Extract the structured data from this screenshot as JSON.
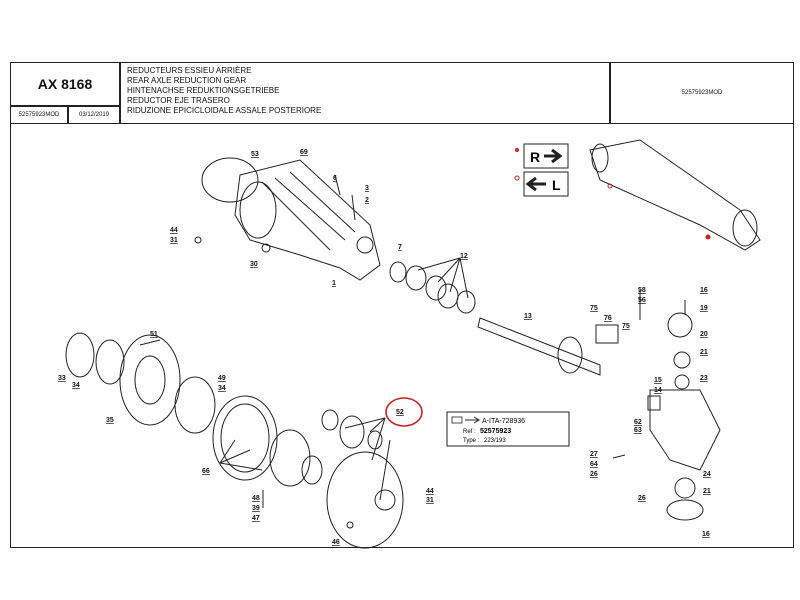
{
  "header": {
    "model": "AX 8168",
    "part_code": "52575923MOD",
    "date": "03/12/2019",
    "titles": [
      "REDUCTEURS ESSIEU ARRIÈRE",
      "REAR AXLE REDUCTION GEAR",
      "HINTENACHSE REDUKTIONSGETRIEBE",
      "REDUCTOR  EJE TRASERO",
      "RIDUZIONE EPICICLOIDALE ASSALE POSTERIORE"
    ],
    "right_code": "52575923MOD"
  },
  "direction": {
    "right": "R",
    "left": "L"
  },
  "ref_box": {
    "line1": "A-ITA-728936",
    "ref_label": "Ref :",
    "ref_value": "52575923",
    "type_label": "Type :",
    "type_value": "223/193"
  },
  "callouts": [
    "53",
    "69",
    "6",
    "3",
    "2",
    "44",
    "31",
    "30",
    "7",
    "12",
    "1",
    "13",
    "75",
    "76",
    "75",
    "58",
    "56",
    "16",
    "19",
    "20",
    "21",
    "23",
    "51",
    "33",
    "34",
    "49",
    "34",
    "35",
    "52",
    "66",
    "15",
    "14",
    "62",
    "63",
    "27",
    "64",
    "26",
    "24",
    "21",
    "26",
    "48",
    "39",
    "47",
    "44",
    "31",
    "46",
    "16"
  ],
  "highlight": {
    "label": "52",
    "color": "#d02020"
  },
  "colors": {
    "line": "#222222",
    "highlight": "#d02020"
  }
}
